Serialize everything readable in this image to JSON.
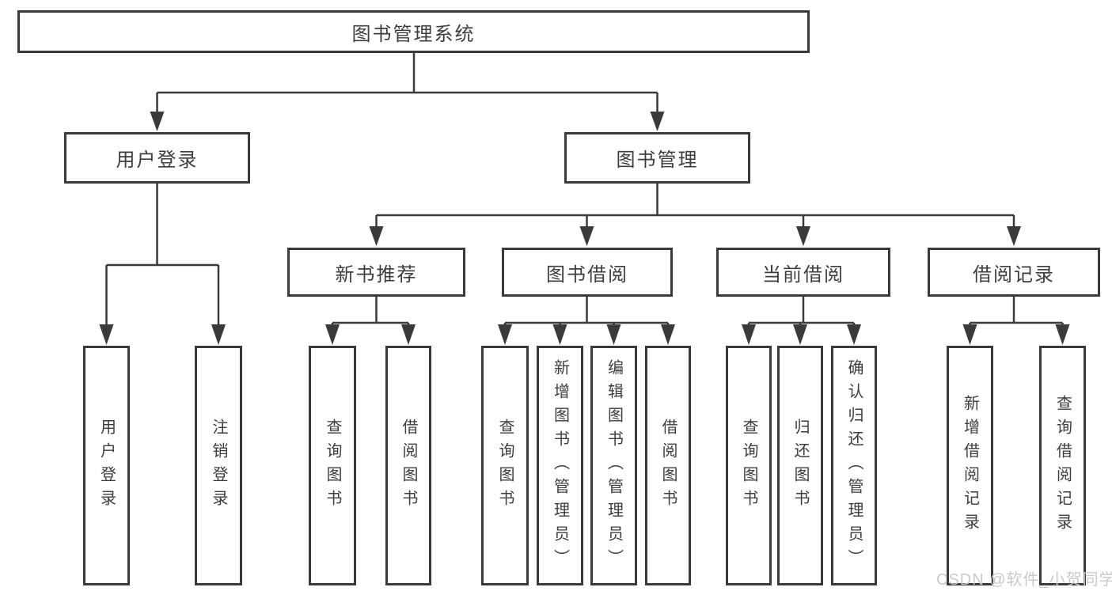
{
  "diagram": {
    "root": {
      "label": "图书管理系统"
    },
    "level2": [
      {
        "label": "用户登录",
        "children": [
          {
            "label": "用户登录"
          },
          {
            "label": "注销登录"
          }
        ]
      },
      {
        "label": "图书管理",
        "children": [
          {
            "label": "新书推荐",
            "children": [
              {
                "label": "查询图书"
              },
              {
                "label": "借阅图书"
              }
            ]
          },
          {
            "label": "图书借阅",
            "children": [
              {
                "label": "查询图书"
              },
              {
                "label": "新增图书（管理员）"
              },
              {
                "label": "编辑图书（管理员）"
              },
              {
                "label": "借阅图书"
              }
            ]
          },
          {
            "label": "当前借阅",
            "children": [
              {
                "label": "查询图书"
              },
              {
                "label": "归还图书"
              },
              {
                "label": "确认归还（管理员）"
              }
            ]
          },
          {
            "label": "借阅记录",
            "children": [
              {
                "label": "新增借阅记录"
              },
              {
                "label": "查询借阅记录"
              }
            ]
          }
        ]
      }
    ]
  },
  "watermark": {
    "text": "CSDN @软件_小贺同学"
  },
  "colors": {
    "line": "#3a3a3a",
    "text": "#3d3d3d",
    "box_fill": "#ffffff",
    "background": "#ffffff",
    "watermark": "#c7cad1"
  }
}
